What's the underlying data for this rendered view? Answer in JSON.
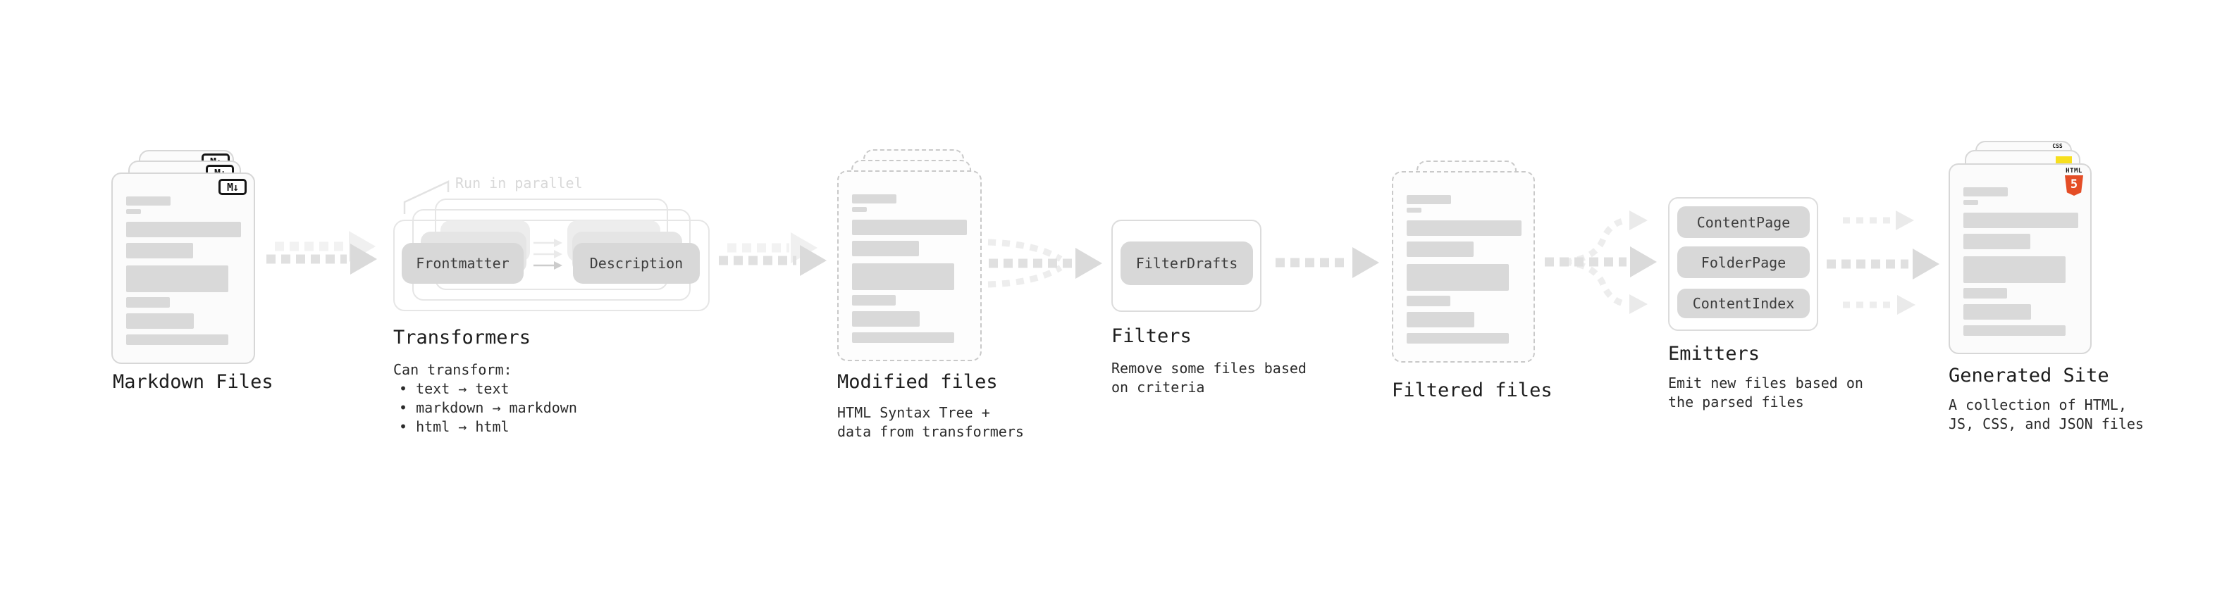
{
  "diagram": {
    "background": "#ffffff",
    "stages": {
      "markdown": {
        "title": "Markdown Files",
        "icon_label": "M↓"
      },
      "transformers": {
        "title": "Transformers",
        "parallel_note": "Run in parallel",
        "boxes": [
          "Frontmatter",
          "Description"
        ],
        "description_heading": "Can transform:",
        "bullets": [
          "• text → text",
          "• markdown → markdown",
          "• html → html"
        ]
      },
      "modified_files": {
        "title": "Modified files",
        "description": "HTML Syntax Tree +\ndata from transformers"
      },
      "filters": {
        "title": "Filters",
        "boxes": [
          "FilterDrafts"
        ],
        "description": "Remove some files based\non criteria"
      },
      "filtered_files": {
        "title": "Filtered files"
      },
      "emitters": {
        "title": "Emitters",
        "boxes": [
          "ContentPage",
          "FolderPage",
          "ContentIndex"
        ],
        "description": "Emit new files based on\nthe parsed files"
      },
      "generated_site": {
        "title": "Generated Site",
        "description": "A collection of HTML,\nJS, CSS, and JSON files",
        "file_badges": {
          "html": {
            "label": "HTML",
            "number": "5",
            "color": "#e44d26"
          },
          "css": {
            "label": "CSS",
            "color": "#2965f1"
          },
          "js": {
            "color": "#f7df1e"
          }
        }
      }
    }
  }
}
